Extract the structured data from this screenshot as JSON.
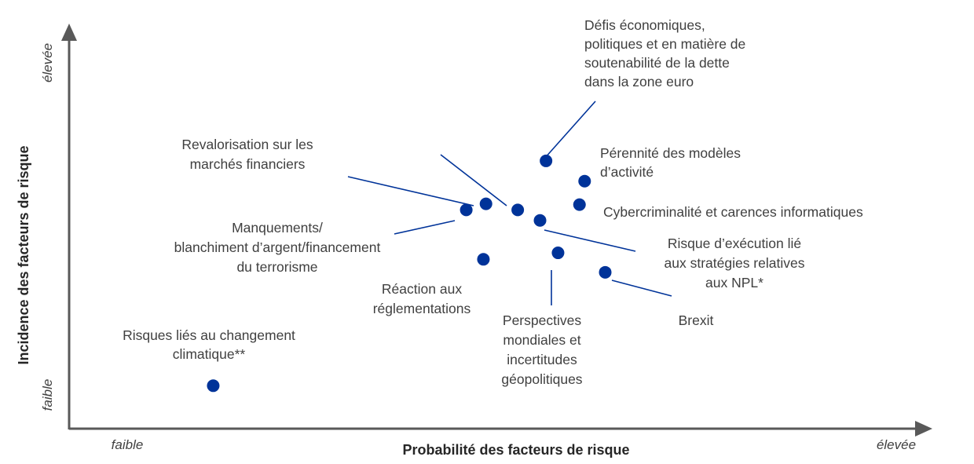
{
  "chart_data": {
    "type": "scatter",
    "xlabel": "Probabilité des facteurs de risque",
    "ylabel": "Incidence des facteurs de risque",
    "x_low_label": "faible",
    "x_high_label": "élevée",
    "y_low_label": "faible",
    "y_high_label": "élevée",
    "xlim": [
      0,
      100
    ],
    "ylim": [
      0,
      100
    ],
    "grid": false,
    "colors": {
      "point": "#003399",
      "leader": "#003399",
      "axis": "#595959",
      "text": "#404040"
    },
    "points": [
      {
        "id": "climate",
        "label": [
          "Risques liés au changement",
          "climatique**"
        ],
        "x": 16.8,
        "y": 10.6
      },
      {
        "id": "debt",
        "label": [
          "Défis économiques,",
          "politiques et en matière de",
          "soutenabilité de la dette",
          "dans la zone euro"
        ],
        "x": 55.6,
        "y": 66.1
      },
      {
        "id": "business",
        "label": [
          "Pérennité des modèles",
          "d’activité"
        ],
        "x": 60.1,
        "y": 61.1
      },
      {
        "id": "cyber",
        "label": [
          "Cybercriminalité et carences informatiques"
        ],
        "x": 59.5,
        "y": 55.3
      },
      {
        "id": "revalo",
        "label": [
          "Revalorisation sur les",
          "marchés financiers"
        ],
        "x": 48.6,
        "y": 55.5
      },
      {
        "id": "aml",
        "label": [
          "Manquements/",
          "blanchiment d’argent/financement",
          "du terrorisme"
        ],
        "x": 46.3,
        "y": 54.0
      },
      {
        "id": "reaction",
        "label": [
          "Réaction aux",
          "réglementations"
        ],
        "x": 52.3,
        "y": 54.0
      },
      {
        "id": "npl",
        "label": [
          "Risque d’exécution lié",
          "aux stratégies relatives",
          "aux NPL*"
        ],
        "x": 54.9,
        "y": 51.4
      },
      {
        "id": "geo",
        "label": [
          "Perspectives",
          "mondiales et",
          "incertitudes",
          "géopolitiques"
        ],
        "x": 57.0,
        "y": 43.4
      },
      {
        "id": "brexit",
        "label": [
          "Brexit"
        ],
        "x": 62.5,
        "y": 38.6
      },
      {
        "id": "extra",
        "label": [],
        "x": 48.3,
        "y": 41.8
      }
    ]
  }
}
